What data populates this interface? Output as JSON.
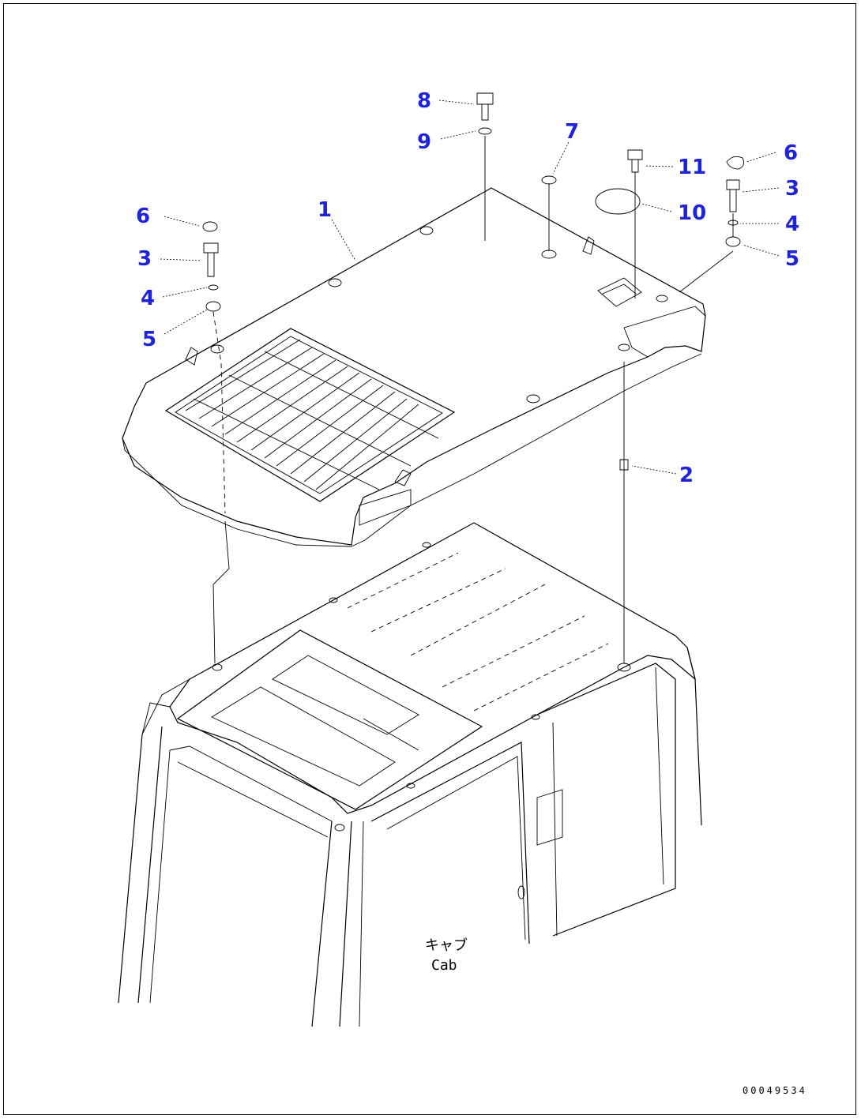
{
  "callouts": [
    {
      "id": "c8",
      "label": "8"
    },
    {
      "id": "c9",
      "label": "9"
    },
    {
      "id": "c7",
      "label": "7"
    },
    {
      "id": "c11",
      "label": "11"
    },
    {
      "id": "c10",
      "label": "10"
    },
    {
      "id": "c6r",
      "label": "6"
    },
    {
      "id": "c3r",
      "label": "3"
    },
    {
      "id": "c4r",
      "label": "4"
    },
    {
      "id": "c5r",
      "label": "5"
    },
    {
      "id": "c1",
      "label": "1"
    },
    {
      "id": "c6l",
      "label": "6"
    },
    {
      "id": "c3l",
      "label": "3"
    },
    {
      "id": "c4l",
      "label": "4"
    },
    {
      "id": "c5l",
      "label": "5"
    },
    {
      "id": "c2",
      "label": "2"
    }
  ],
  "caption": {
    "jp": "キャブ",
    "en": "Cab"
  },
  "doc_number": "00049534",
  "colors": {
    "callout": "#1f24d6",
    "line": "#000000"
  }
}
